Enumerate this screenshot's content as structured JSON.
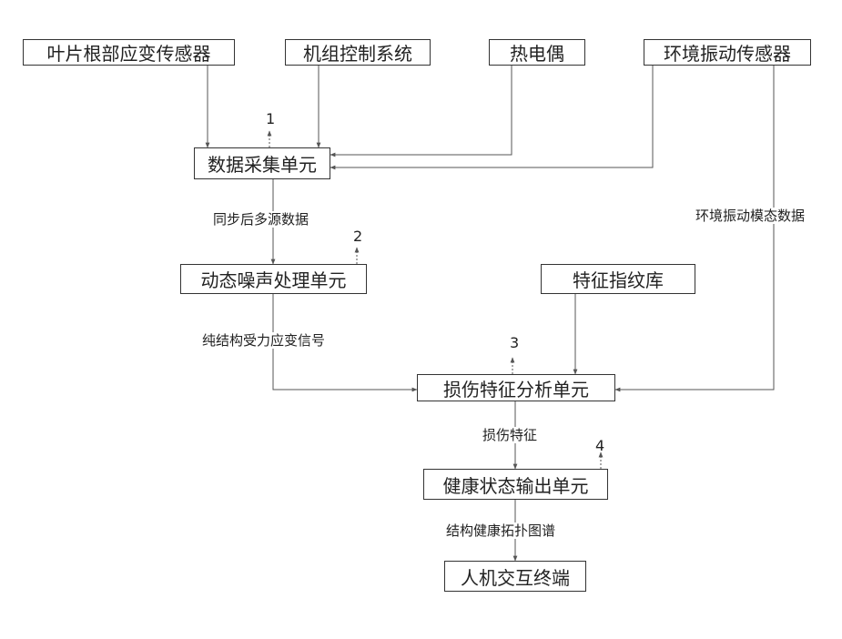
{
  "nodes": {
    "blade_strain_sensor": "叶片根部应变传感器",
    "unit_control_system": "机组控制系统",
    "thermocouple": "热电偶",
    "env_vibration_sensor": "环境振动传感器",
    "data_acquisition_unit": "数据采集单元",
    "dynamic_noise_unit": "动态噪声处理单元",
    "fingerprint_library": "特征指纹库",
    "damage_analysis_unit": "损伤特征分析单元",
    "health_output_unit": "健康状态输出单元",
    "hmi_terminal": "人机交互终端"
  },
  "edge_labels": {
    "synced_multi_source": "同步后多源数据",
    "env_vibration_modal": "环境振动模态数据",
    "pure_strain_signal": "纯结构受力应变信号",
    "damage_features": "损伤特征",
    "health_topology": "结构健康拓扑图谱"
  },
  "ref_numbers": {
    "n1": "1",
    "n2": "2",
    "n3": "3",
    "n4": "4"
  },
  "colors": {
    "line": "#555555",
    "box_border": "#333333"
  }
}
